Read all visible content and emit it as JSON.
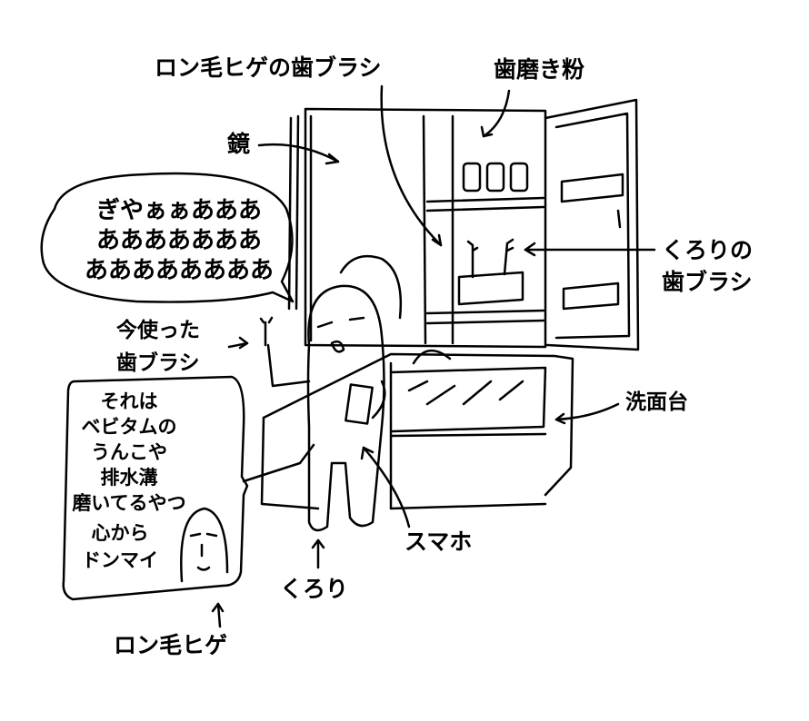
{
  "labels": {
    "longhair_toothbrush": "ロン毛ヒゲの歯ブラシ",
    "toothpaste": "歯磨き粉",
    "mirror": "鏡",
    "scream": [
      "ぎやぁぁあああ",
      "あああああああ",
      "ああああああああ"
    ],
    "used_toothbrush": [
      "今使った",
      "歯ブラシ"
    ],
    "kurori_toothbrush": [
      "くろりの",
      "歯ブラシ"
    ],
    "sink": "洗面台",
    "reply": [
      "それは",
      "ベビタムの",
      "うんこや",
      "排水溝",
      "磨いてるやつ"
    ],
    "sympathy": [
      "心から",
      "ドンマイ"
    ],
    "smartphone": "スマホ",
    "kurori": "くろり",
    "longhair": "ロン毛ヒゲ"
  },
  "colors": {
    "ink": "#000000",
    "paper": "#ffffff"
  }
}
